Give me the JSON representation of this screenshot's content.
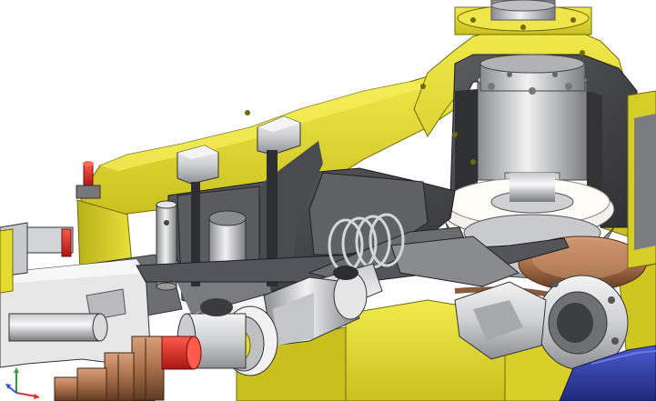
{
  "viewport": {
    "background": "#ffffff",
    "model": {
      "type": "sectioned 3D CAD assembly",
      "colors": {
        "housing_yellow": "#e4dc2e",
        "housing_shadow": "#a9a21a",
        "section_dark": "#3f3f42",
        "section_mid": "#6d6e72",
        "steel_light": "#d9dadc",
        "bronze": "#a8704a",
        "red_part": "#d4201c",
        "blue_part": "#2a3a9a"
      }
    },
    "triad": {
      "axes": [
        "x-axis",
        "y-axis",
        "z-axis"
      ],
      "colors": {
        "x": "#e03030",
        "y": "#30a030",
        "z": "#3050e0"
      }
    }
  }
}
